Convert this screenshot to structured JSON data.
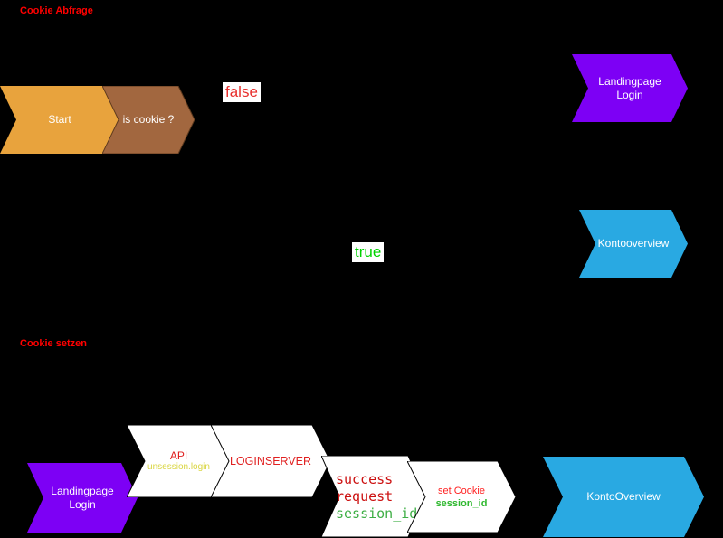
{
  "page": {
    "background": "#000000"
  },
  "headings": {
    "cookie_abfrage": "Cookie Abfrage",
    "cookie_setzen": "Cookie setzen"
  },
  "branches": {
    "false_label": "false",
    "true_label": "true"
  },
  "nodes": {
    "start": {
      "label": "Start",
      "color": "#e8a33d"
    },
    "is_cookie": {
      "label": "is cookie ?",
      "color": "#a2673f"
    },
    "landingpage_top": {
      "label": "Landingpage\nLogin",
      "color": "#7d00f5"
    },
    "kontooverview_top": {
      "label": "Kontooverview",
      "color": "#29a9e2"
    },
    "landingpage_bottom": {
      "label": "Landingpage\nLogin",
      "color": "#7d00f5"
    },
    "api": {
      "title": "API",
      "subtitle": "unsession.login",
      "color": "#ffffff"
    },
    "loginserver": {
      "label": "LOGINSERVER",
      "color": "#ffffff"
    },
    "success": {
      "line1": "success",
      "line2": "request",
      "line3": "session_id",
      "color": "#ffffff"
    },
    "set_cookie": {
      "line1": "set Cookie",
      "line2": "session_id",
      "color": "#ffffff"
    },
    "kontooverview_bottom": {
      "label": "KontoOverview",
      "color": "#29a9e2"
    }
  },
  "colors": {
    "background": "#000000",
    "heading_red": "#ff0000",
    "label_red": "#e02020",
    "success_red": "#cc1111",
    "api_subtitle_yellow": "#d9d53f",
    "branch_false_red": "#e8302e",
    "branch_true_green": "#00d200",
    "session_green": "#3faf46",
    "node_text_white": "#ffffff",
    "orange": "#e8a33d",
    "brown": "#a2673f",
    "purple": "#7d00f5",
    "blue": "#29a9e2"
  }
}
